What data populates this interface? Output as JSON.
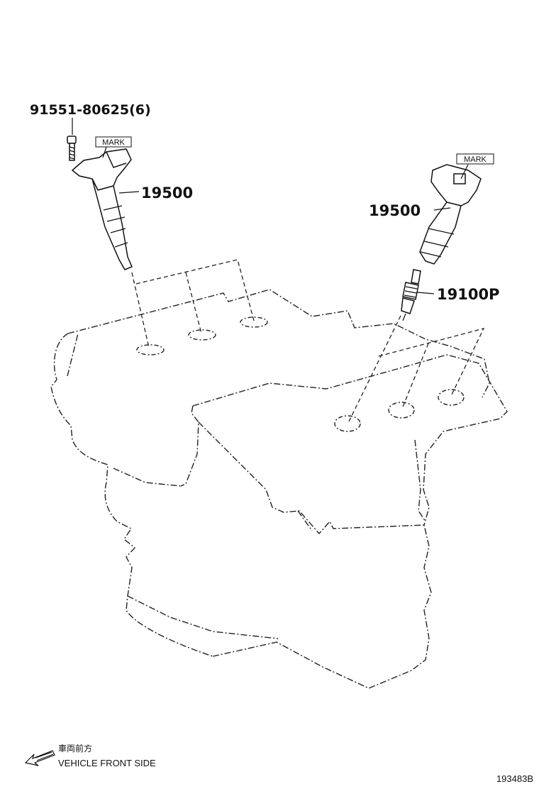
{
  "callouts": {
    "bolt": "91551-80625(6)",
    "coil_left": "19500",
    "coil_right": "19500",
    "spark_plug": "19100P",
    "mark_left": "MARK",
    "mark_right": "MARK"
  },
  "footer": {
    "front_jp": "車両前方",
    "front_en": "VEHICLE FRONT SIDE",
    "drawing_no": "193483B"
  },
  "icons": {
    "front_arrow": "arrow-down-left-icon"
  }
}
